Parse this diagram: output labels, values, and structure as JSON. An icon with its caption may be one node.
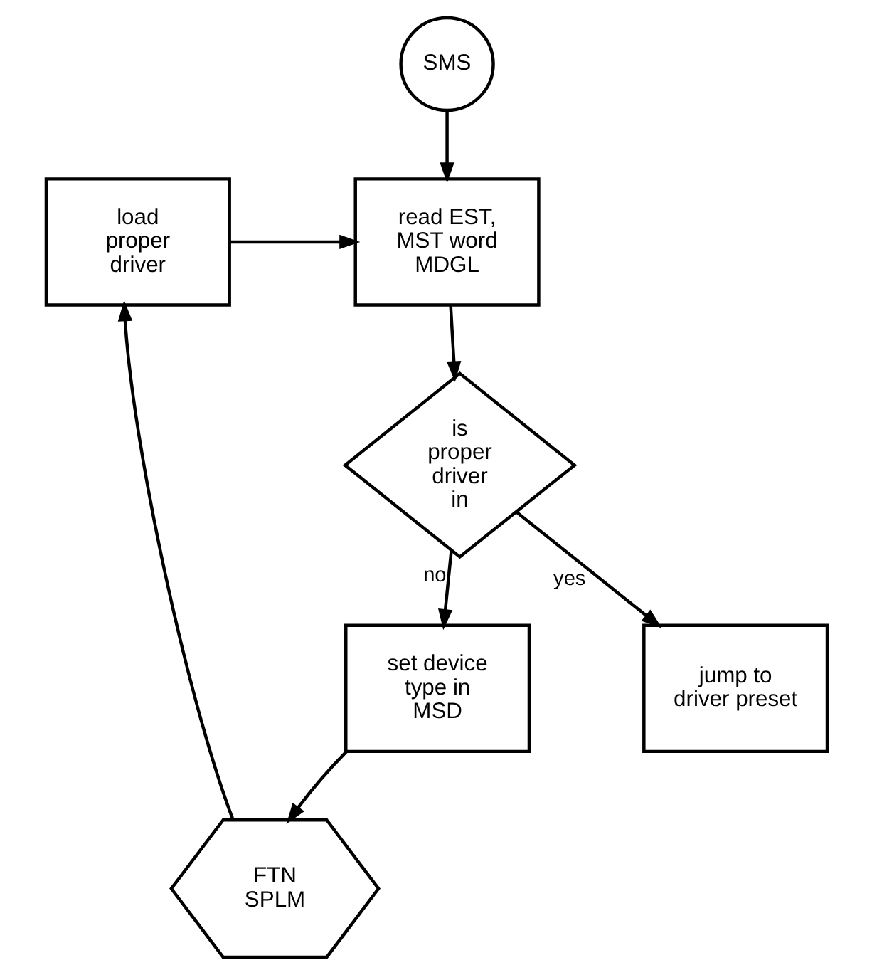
{
  "diagram": {
    "nodes": [
      {
        "text": [
          "SMS"
        ]
      },
      {
        "text": [
          "read EST, MST word MDGL"
        ]
      },
      {
        "text": [
          "is proper driver in"
        ]
      },
      {
        "text": [
          "jump to driver preset"
        ]
      },
      {
        "text": [
          "set device type in MSD"
        ]
      },
      {
        "text": [
          "FTN",
          "SPLM"
        ]
      },
      {
        "text": [
          "load proper driver"
        ]
      }
    ],
    "edges": [
      {
        "from": 0,
        "to": 1,
        "arrow": "to"
      },
      {
        "from": 1,
        "to": 2,
        "arrow": "to"
      },
      {
        "from": 2,
        "to": 3,
        "arrow": "to",
        "label": "yes"
      },
      {
        "from": 2,
        "to": 4,
        "arrow": "to",
        "label": "no"
      },
      {
        "from": 4,
        "to": 5,
        "arrow": "to"
      },
      {
        "from": 5,
        "to": 6,
        "arrow": "to"
      },
      {
        "from": 6,
        "to": 1,
        "arrow": "to"
      }
    ]
  }
}
